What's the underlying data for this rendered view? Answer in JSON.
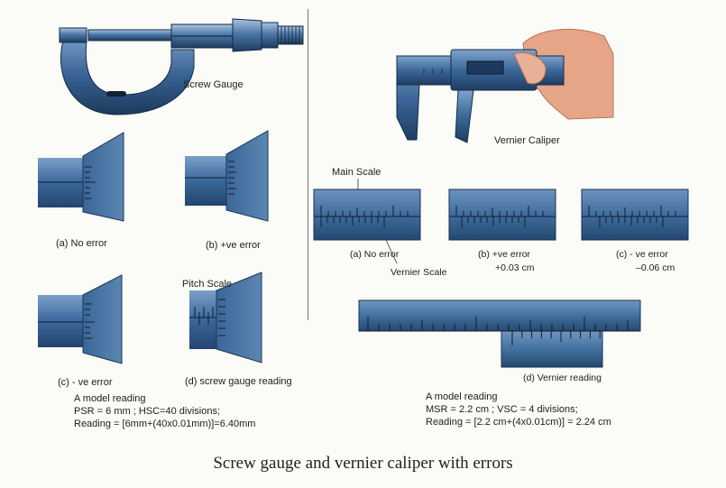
{
  "screw_gauge": {
    "title": "Screw Gauge",
    "panels": [
      {
        "label": "(a) No error"
      },
      {
        "label": "(b) +ve error"
      },
      {
        "label": "(c) - ve error"
      },
      {
        "label": "(d) screw gauge reading"
      }
    ],
    "pitch_scale_label": "Pitch Scale",
    "model_reading": {
      "heading": "A model reading",
      "line1": "PSR =  6 mm ;  HSC=40 divisions;",
      "line2": "Reading = [6mm+(40x0.01mm)]=6.40mm"
    }
  },
  "vernier": {
    "title": "Vernier Caliper",
    "main_scale_label": "Main Scale",
    "vernier_scale_label": "Vernier Scale",
    "panels": [
      {
        "label": "(a) No error",
        "value": ""
      },
      {
        "label": "(b) +ve error",
        "value": "+0.03 cm"
      },
      {
        "label": "(c) - ve error",
        "value": "–0.06 cm"
      },
      {
        "label": "(d) Vernier reading",
        "value": ""
      }
    ],
    "model_reading": {
      "heading": "A model reading",
      "line1": "MSR = 2.2 cm ; VSC = 4 divisions;",
      "line2": "Reading = [2.2 cm+(4x0.01cm)] = 2.24 cm"
    }
  },
  "caption": "Screw gauge and vernier caliper with errors",
  "colors": {
    "metal": "#3d6a9c",
    "metal_dark": "#1e3f66",
    "metal_light": "#7fa6cf",
    "skin": "#e8a98a"
  }
}
